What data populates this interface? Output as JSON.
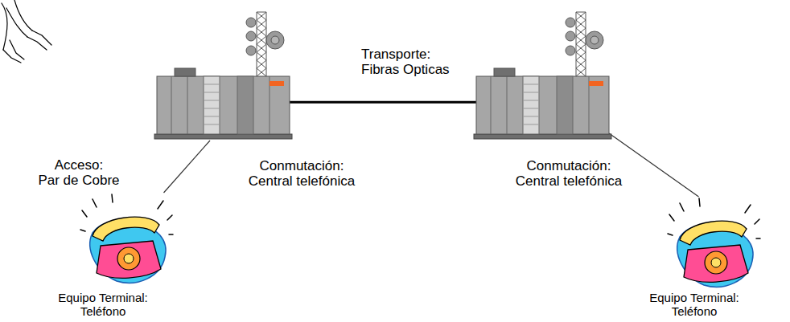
{
  "diagram": {
    "nodes": [
      {
        "text": [
          "Equipo Terminal:",
          "Teléfono"
        ]
      },
      {
        "text": [
          "Conmutación:",
          "Central telefónica"
        ]
      },
      {
        "text": [
          "Conmutación:",
          "Central telefónica"
        ]
      },
      {
        "text": [
          "Equipo Terminal:",
          "Teléfono"
        ]
      }
    ],
    "edges": [
      {
        "from": 0,
        "to": 1,
        "arrow": "none"
      },
      {
        "from": 1,
        "to": 2,
        "arrow": "none",
        "label": "Transporte: Fibras Opticas"
      },
      {
        "from": 2,
        "to": 3,
        "arrow": "none"
      }
    ],
    "labels": [
      "Acceso:",
      "Par de Cobre"
    ]
  }
}
